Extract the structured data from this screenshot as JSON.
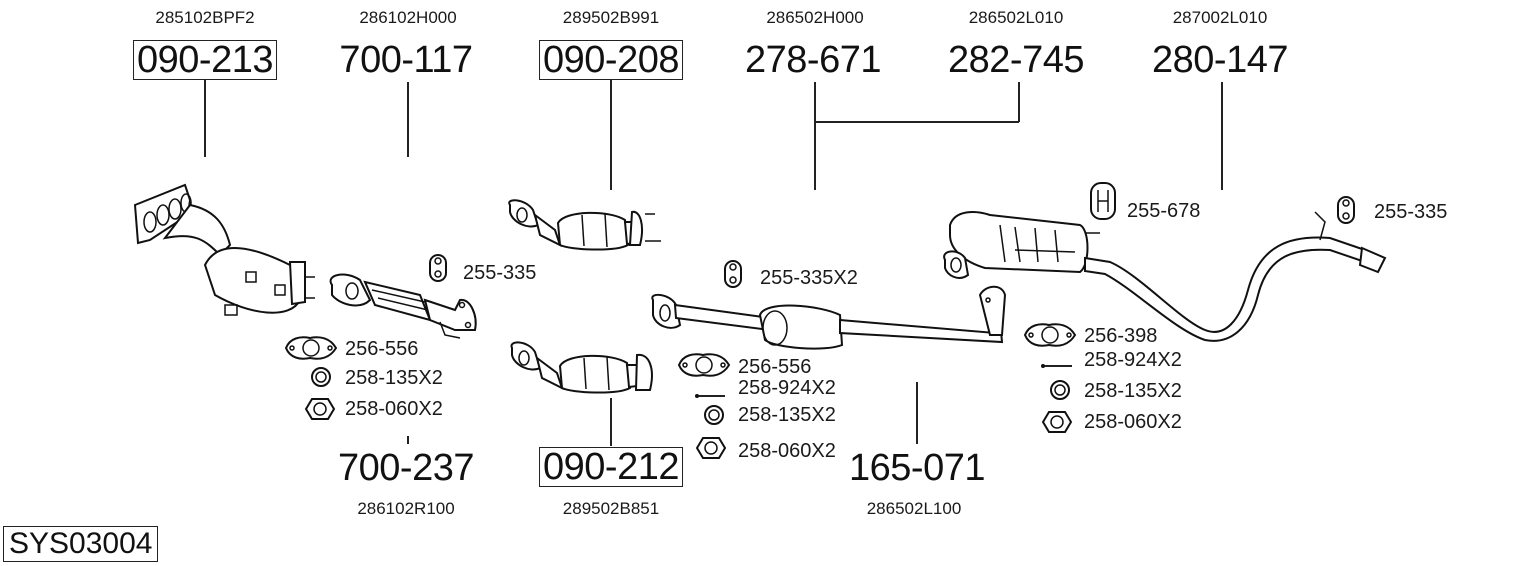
{
  "diagram": {
    "system_id": "SYS03004",
    "type": "exhaust-system-parts-diagram",
    "main_parts": [
      {
        "part_no": "090-213",
        "oem_no": "285102BPF2",
        "boxed": true,
        "label_position": "top",
        "description": "exhaust manifold with catalytic converter"
      },
      {
        "part_no": "700-117",
        "oem_no": "286102H000",
        "boxed": false,
        "label_position": "top",
        "description": "flex front pipe"
      },
      {
        "part_no": "090-208",
        "oem_no": "289502B991",
        "boxed": true,
        "label_position": "top",
        "description": "catalytic converter (upper)"
      },
      {
        "part_no": "278-671",
        "oem_no": "286502H000",
        "boxed": false,
        "label_position": "top",
        "description": "middle silencer pipe"
      },
      {
        "part_no": "282-745",
        "oem_no": "286502L010",
        "boxed": false,
        "label_position": "top",
        "description": "middle silencer pipe (alt)"
      },
      {
        "part_no": "280-147",
        "oem_no": "287002L010",
        "boxed": false,
        "label_position": "top",
        "description": "rear silencer with tail pipe"
      },
      {
        "part_no": "700-237",
        "oem_no": "286102R100",
        "boxed": false,
        "label_position": "bottom",
        "description": "front pipe (alt)"
      },
      {
        "part_no": "090-212",
        "oem_no": "289502B851",
        "boxed": true,
        "label_position": "bottom",
        "description": "catalytic converter (lower)"
      },
      {
        "part_no": "165-071",
        "oem_no": "286502L100",
        "boxed": false,
        "label_position": "bottom",
        "description": "middle silencer"
      }
    ],
    "accessories": [
      {
        "group": "front-pipe",
        "items": [
          {
            "icon": "rubber-hanger-icon",
            "label": "255-335"
          },
          {
            "icon": "gasket-icon",
            "label": "256-556"
          },
          {
            "icon": "ring-icon",
            "label": "258-135X2"
          },
          {
            "icon": "nut-icon",
            "label": "258-060X2"
          }
        ]
      },
      {
        "group": "middle-silencer",
        "items": [
          {
            "icon": "rubber-hanger-icon",
            "label": "255-335X2"
          },
          {
            "icon": "gasket-icon",
            "label": "256-556"
          },
          {
            "icon": "bolt-icon",
            "label": "258-924X2"
          },
          {
            "icon": "ring-icon",
            "label": "258-135X2"
          },
          {
            "icon": "nut-icon",
            "label": "258-060X2"
          }
        ]
      },
      {
        "group": "rear-silencer",
        "items": [
          {
            "icon": "h-hanger-icon",
            "label": "255-678"
          },
          {
            "icon": "rubber-hanger-icon",
            "label": "255-335"
          },
          {
            "icon": "gasket-icon",
            "label": "256-398"
          },
          {
            "icon": "bolt-icon",
            "label": "258-924X2"
          },
          {
            "icon": "ring-icon",
            "label": "258-135X2"
          },
          {
            "icon": "nut-icon",
            "label": "258-060X2"
          }
        ]
      }
    ]
  }
}
